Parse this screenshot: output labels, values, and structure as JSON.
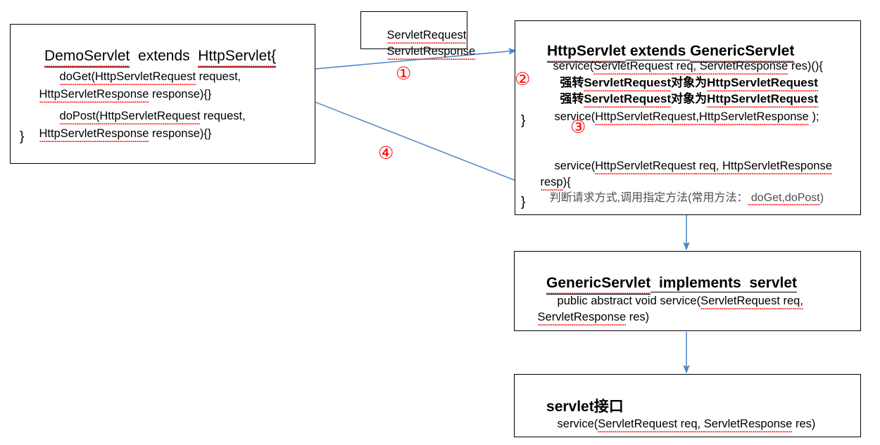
{
  "diagram": {
    "title": "Servlet inheritance and request dispatch flow",
    "accent_color": "#4a86c8",
    "marker_color": "#ff0000",
    "box_border_color": "#000000",
    "spellcheck_underline_color": "#ff2020"
  },
  "boxes": {
    "demo_servlet": {
      "heading_left": "DemoServlet",
      "heading_mid": "  extends  ",
      "heading_right": "HttpServlet{",
      "line1_a": "doGet(",
      "line1_b": "HttpServletRequest",
      "line1_c": " request,",
      "line2_a": "HttpServletResponse",
      "line2_b": " response){}",
      "line3_a": "doPost(",
      "line3_b": "HttpServletRequest",
      "line3_c": " request,",
      "line4_a": "HttpServletResponse",
      "line4_b": " response){}",
      "line5": "}"
    },
    "servlet_types": {
      "line1": "ServletRequest",
      "line2": "ServletResponse"
    },
    "http_servlet": {
      "heading_a": "HttpServlet",
      "heading_b": " extends ",
      "heading_c": "GenericServlet",
      "line1_a": "service(",
      "line1_b": "ServletRequest",
      "line1_c": " req, ",
      "line1_d": "ServletResponse",
      "line1_e": " res)(){",
      "cast_line1_a": "强转",
      "cast_line1_b": "ServletRequest",
      "cast_line1_c": "对象为",
      "cast_line1_d": "HttpServletRequest",
      "cast_line2_a": "强转",
      "cast_line2_b": "ServletRequest",
      "cast_line2_c": "对象为",
      "cast_line2_d": "HttpServletRequest",
      "line2_a": "service(",
      "line2_b": "HttpServletRequest,HttpServletResponse",
      "line2_c": " );",
      "brace1": "}",
      "line3_a": "service(",
      "line3_b": "HttpServletRequest",
      "line3_c": " req, ",
      "line3_d": "HttpServletResponse",
      "line4_a": "resp",
      "line4_b": "){",
      "line5_a": "判断请求方式,调用指定方法(常用方法：",
      "line5_b": " doGet,doPost",
      "line5_c": ")",
      "brace2": "}"
    },
    "generic_servlet": {
      "heading_a": "GenericServlet",
      "heading_b": "  implements  ",
      "heading_c": "servlet",
      "line1_a": "public abstract void service(",
      "line1_b": "ServletRequest",
      "line1_c": " req,",
      "line2_a": "ServletResponse",
      "line2_b": " res)"
    },
    "servlet_interface": {
      "heading_a": "servlet",
      "heading_b": "接口",
      "line1_a": "service(",
      "line1_b": "ServletRequest",
      "line1_c": " req, ",
      "line1_d": "ServletResponse",
      "line1_e": " res)"
    }
  },
  "markers": {
    "one": "①",
    "two": "②",
    "three": "③",
    "four": "④"
  }
}
